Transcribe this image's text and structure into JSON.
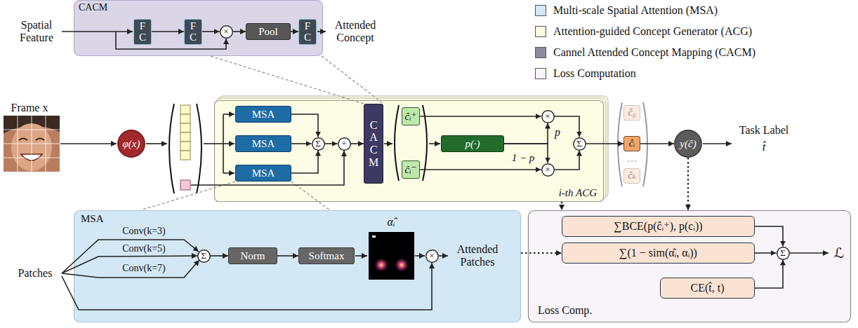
{
  "diagram": {
    "nodes": [
      {
        "text": [
          "CACM"
        ]
      },
      {
        "text": [
          "F C"
        ],
        "in": 0
      },
      {
        "text": [
          "F C"
        ],
        "in": 0
      },
      {
        "text": [
          "×"
        ],
        "in": 0
      },
      {
        "text": [
          "Pool"
        ],
        "in": 0
      },
      {
        "text": [
          "F C"
        ],
        "in": 0
      },
      {
        "text": [
          "φ(x)"
        ]
      },
      {
        "text": [
          "i-th ACG"
        ]
      },
      {
        "text": [
          "MSA"
        ],
        "in": 7
      },
      {
        "text": [
          "MSA"
        ],
        "in": 7
      },
      {
        "text": [
          "MSA"
        ],
        "in": 7
      },
      {
        "text": [
          "Σ"
        ],
        "in": 7
      },
      {
        "text": [
          "+"
        ],
        "in": 7
      },
      {
        "text": [
          "C A C M"
        ],
        "in": 7
      },
      {
        "text": [
          "ĉᵢ⁺"
        ],
        "in": 7
      },
      {
        "text": [
          "ĉᵢ⁻"
        ],
        "in": 7
      },
      {
        "text": [
          "p(·)"
        ],
        "in": 7
      },
      {
        "text": [
          "×"
        ],
        "in": 7
      },
      {
        "text": [
          "×"
        ],
        "in": 7
      },
      {
        "text": [
          "Σ"
        ],
        "in": 7
      },
      {
        "text": [
          "ĉ₀"
        ]
      },
      {
        "text": [
          "ĉᵢ"
        ]
      },
      {
        "text": [
          "ĉₖ"
        ]
      },
      {
        "text": [
          "y(ĉ)"
        ]
      },
      {
        "text": [
          "MSA"
        ]
      },
      {
        "text": [
          "Σ"
        ],
        "in": 24
      },
      {
        "text": [
          "Norm"
        ],
        "in": 24
      },
      {
        "text": [
          "Softmax"
        ],
        "in": 24
      },
      {
        "text": [
          "×"
        ],
        "in": 24
      },
      {
        "text": [
          "Loss Comp."
        ]
      },
      {
        "text": [
          "∑BCE(p(ĉᵢ⁺), p(cᵢ))"
        ],
        "in": 29
      },
      {
        "text": [
          "∑(1 − sim(α̂ᵢ, αᵢ))"
        ],
        "in": 29
      },
      {
        "text": [
          "CE(t̂, t)"
        ],
        "in": 29
      },
      {
        "text": [
          "Σ"
        ],
        "in": 29
      }
    ],
    "edges": [
      {
        "from": 1,
        "to": 2,
        "arrow": "to"
      },
      {
        "from": 2,
        "to": 3,
        "arrow": "to"
      },
      {
        "from": 3,
        "to": 4,
        "arrow": "to"
      },
      {
        "from": 4,
        "to": 5,
        "arrow": "to"
      },
      {
        "from": 8,
        "to": 11,
        "arrow": "to"
      },
      {
        "from": 9,
        "to": 11,
        "arrow": "to"
      },
      {
        "from": 10,
        "to": 11,
        "arrow": "to"
      },
      {
        "from": 11,
        "to": 12,
        "arrow": "to"
      },
      {
        "from": 12,
        "to": 13,
        "arrow": "to"
      },
      {
        "from": 14,
        "to": 17,
        "arrow": "to"
      },
      {
        "from": 15,
        "to": 18,
        "arrow": "to"
      },
      {
        "from": 16,
        "to": 17,
        "label": "p",
        "arrow": "to"
      },
      {
        "from": 16,
        "to": 18,
        "label": "1 − p",
        "arrow": "to"
      },
      {
        "from": 17,
        "to": 19,
        "arrow": "to"
      },
      {
        "from": 18,
        "to": 19,
        "arrow": "to"
      },
      {
        "from": 19,
        "to": 21,
        "arrow": "to"
      },
      {
        "from": 21,
        "to": 23,
        "arrow": "to"
      },
      {
        "from": 7,
        "to": 29,
        "arrow": "to"
      },
      {
        "from": 23,
        "to": 29,
        "arrow": "to"
      },
      {
        "from": 24,
        "to": 31,
        "arrow": "to"
      },
      {
        "from": 25,
        "to": 26,
        "arrow": "to"
      },
      {
        "from": 26,
        "to": 27,
        "arrow": "to"
      },
      {
        "from": 30,
        "to": 33,
        "arrow": "to"
      },
      {
        "from": 31,
        "to": 33,
        "arrow": "to"
      },
      {
        "from": 32,
        "to": 33,
        "arrow": "to"
      }
    ],
    "labels": [
      "Spatial Feature",
      "Attended Concept",
      "Frame x",
      "…",
      "Task Label",
      "t̂",
      "Patches",
      "Conv(k=3)",
      "Conv(k=5)",
      "Conv(k=7)",
      "α̂ᵢ",
      "Attended Patches",
      "ℒ"
    ],
    "legend": [
      {
        "text": "Multi-scale Spatial Attention (MSA)",
        "color": "#d3e7f4"
      },
      {
        "text": "Attention-guided Concept Generator (ACG)",
        "color": "#fdfde0"
      },
      {
        "text": "Cannel Attended Concept Mapping (CACM)",
        "color": "#8e8aa0"
      },
      {
        "text": "Loss Computation",
        "color": "#f8f4fa"
      }
    ]
  }
}
